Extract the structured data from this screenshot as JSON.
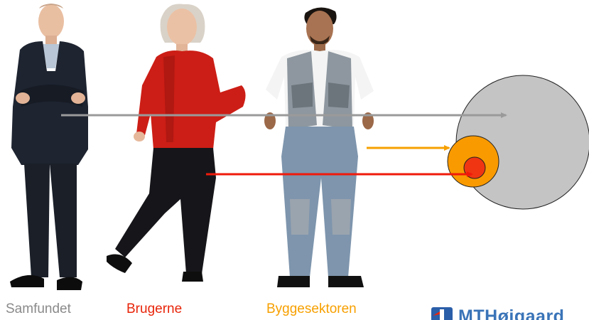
{
  "people": [
    {
      "label": "Samfundet",
      "color": "#8a8a8a"
    },
    {
      "label": "Brugerne",
      "color": "#e8250a"
    },
    {
      "label": "Byggesektoren",
      "color": "#f7a000"
    }
  ],
  "circles": {
    "outer_color": "#c4c4c4",
    "middle_color": "#f99a00",
    "inner_color": "#f03512"
  },
  "arrows": {
    "gray": "#9a9a9a",
    "orange": "#f7a000",
    "red": "#f01a0a"
  },
  "logo": {
    "text": "MTHøjgaard",
    "text_color": "#3a74b8",
    "mark_color": "#2a5ea8",
    "mark_accent": "#e8250a"
  }
}
